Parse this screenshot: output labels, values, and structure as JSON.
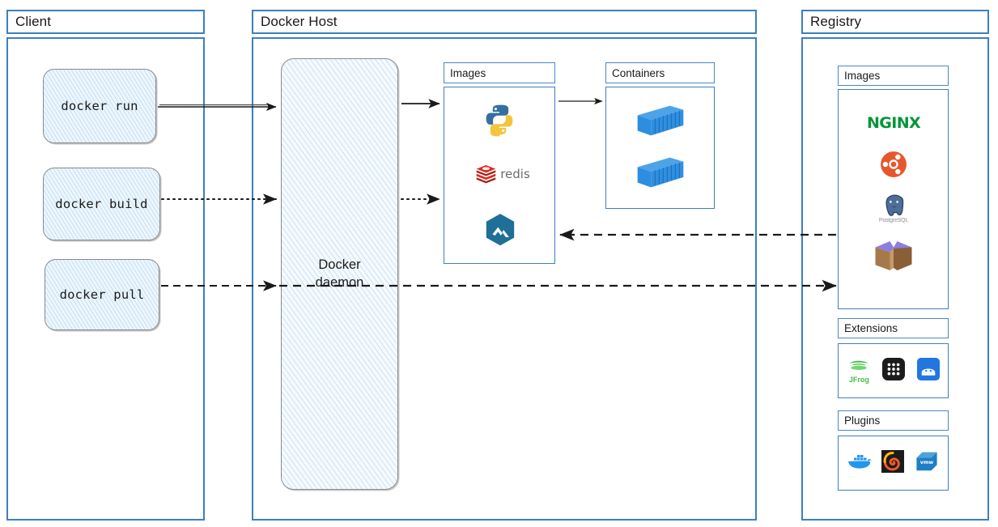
{
  "zones": {
    "client": {
      "title": "Client"
    },
    "host": {
      "title": "Docker Host"
    },
    "registry": {
      "title": "Registry"
    }
  },
  "client": {
    "commands": [
      {
        "label": "docker run",
        "line_style": "solid",
        "name": "docker-run"
      },
      {
        "label": "docker build",
        "line_style": "dotted",
        "name": "docker-build"
      },
      {
        "label": "docker pull",
        "line_style": "dashed",
        "name": "docker-pull"
      }
    ]
  },
  "host": {
    "daemon": {
      "line1": "Docker",
      "line2": "daemon"
    },
    "images_panel": {
      "title": "Images",
      "items": [
        {
          "name": "python-logo",
          "label": "python"
        },
        {
          "name": "redis-logo",
          "label": "redis"
        },
        {
          "name": "alpine-hex-logo",
          "label": "alpine"
        }
      ]
    },
    "containers_panel": {
      "title": "Containers",
      "items": [
        {
          "name": "container-box-1",
          "label": "container"
        },
        {
          "name": "container-box-2",
          "label": "container"
        }
      ]
    }
  },
  "registry": {
    "images_panel": {
      "title": "Images",
      "items": [
        {
          "name": "nginx-logo",
          "label": "NGINX"
        },
        {
          "name": "ubuntu-logo",
          "label": "ubuntu"
        },
        {
          "name": "postgresql-logo",
          "label": "PostgreSQL"
        },
        {
          "name": "package-box-logo",
          "label": "package"
        }
      ]
    },
    "extensions_panel": {
      "title": "Extensions",
      "items": [
        {
          "name": "jfrog-logo",
          "label": "JFrog"
        },
        {
          "name": "app-grid-logo",
          "label": "apps"
        },
        {
          "name": "blue-card-logo",
          "label": "extension"
        }
      ]
    },
    "plugins_panel": {
      "title": "Plugins",
      "items": [
        {
          "name": "docker-whale-logo",
          "label": "docker"
        },
        {
          "name": "grafana-logo",
          "label": "grafana"
        },
        {
          "name": "vmware-logo",
          "label": "vmw"
        }
      ]
    }
  },
  "colors": {
    "zone_border": "#3c7fc1",
    "panel_border": "#4a87c4",
    "wire": "#1a1a1a",
    "nginx_green": "#019639",
    "ubuntu_orange": "#e6572d",
    "redis_red": "#d82c20",
    "python_blue": "#366f9f",
    "python_yellow": "#f2c53d",
    "alpine_teal": "#1f6f96",
    "container_blue": "#2d8ee0",
    "postgres_blue": "#4e6d97",
    "jfrog_green": "#40be46",
    "grafana_orange": "#f05a28",
    "vmware_blue": "#1f7ec4"
  },
  "connections": [
    {
      "from": "docker-run",
      "to": "docker-daemon",
      "style": "solid"
    },
    {
      "from": "docker-build",
      "to": "docker-daemon",
      "style": "dotted"
    },
    {
      "from": "docker-pull",
      "to": "docker-daemon",
      "style": "dashed"
    },
    {
      "from": "docker-daemon",
      "to": "host-images",
      "style": "solid"
    },
    {
      "from": "docker-daemon",
      "to": "host-images",
      "style": "dotted"
    },
    {
      "from": "host-images",
      "to": "host-containers",
      "style": "solid"
    },
    {
      "from": "registry-images",
      "to": "host-images",
      "style": "dashed"
    },
    {
      "from": "docker-pull",
      "to": "registry-images",
      "style": "dashed"
    }
  ]
}
